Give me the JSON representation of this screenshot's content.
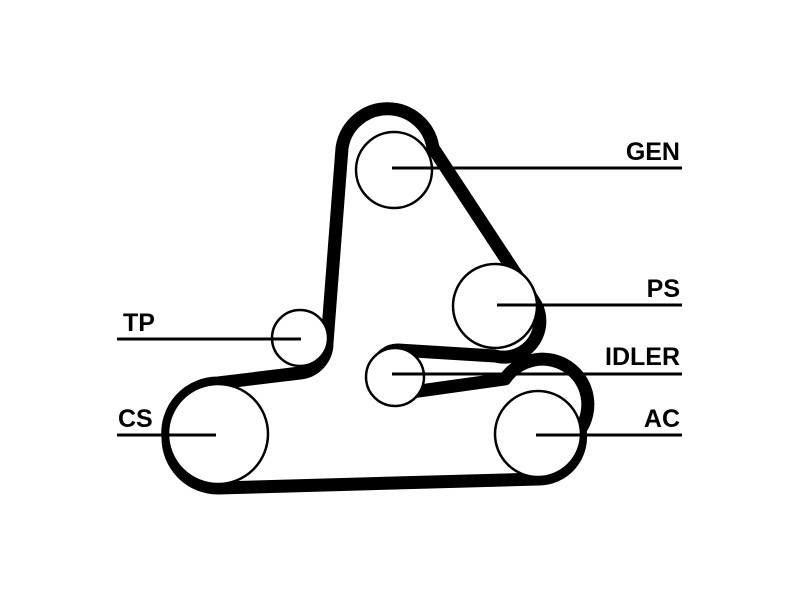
{
  "colors": {
    "ink": "#000000",
    "background": "#ffffff"
  },
  "labels": {
    "gen": "GEN",
    "ps": "PS",
    "tp": "TP",
    "idler": "IDLER",
    "cs": "CS",
    "ac": "AC"
  }
}
